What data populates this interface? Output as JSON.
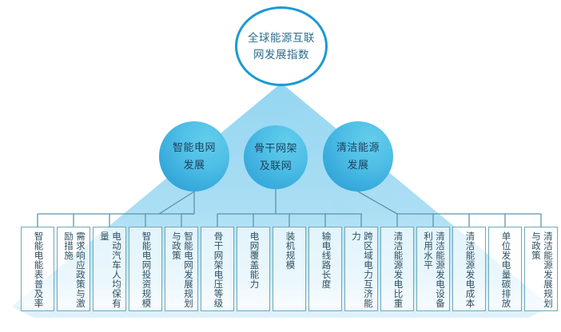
{
  "diagram": {
    "title": "全球能源互联网发展指数",
    "type": "pyramid-hierarchy",
    "colors": {
      "ring_stroke": "#1b9ad1",
      "circle_fill_light": "#63cdec",
      "circle_fill_dark": "#2e9ad4",
      "pyramid_fill": "#a8dcf2",
      "line": "#5d93ab",
      "box_border": "#6fa8bd",
      "text": "#2f4f62",
      "background": "#ffffff"
    },
    "root": {
      "lines": [
        "全球能源互联",
        "网发展指数"
      ]
    },
    "branches": [
      {
        "id": "smart-grid",
        "lines": [
          "智能电网",
          "发展"
        ],
        "leaves": [
          "智能电能表普及率",
          "需求响应政策与激励措施",
          "电动汽车人均保有量",
          "智能电网投资规模",
          "智能电网发展规划与政策"
        ]
      },
      {
        "id": "backbone-grid",
        "lines": [
          "骨干网架",
          "及联网"
        ],
        "leaves": [
          "骨干网架电压等级",
          "电网覆盖能力",
          "装机规模",
          "输电线路长度",
          "跨区域电力互济能力"
        ]
      },
      {
        "id": "clean-energy",
        "lines": [
          "清洁能源",
          "发展"
        ],
        "leaves": [
          "清洁能源发电比重",
          "清洁能源发电设备利用水平",
          "清洁能源发电成本",
          "单位发电量碳排放",
          "清洁能源发展规划与政策"
        ]
      }
    ],
    "leaves_flat": [
      "智能电能表普及率",
      "需求响应政策与激励措施",
      "电动汽车人均保有量",
      "智能电网投资规模",
      "智能电网发展规划与政策",
      "骨干网架电压等级",
      "电网覆盖能力",
      "装机规模",
      "输电线路长度",
      "跨区域电力互济能力",
      "清洁能源发电比重",
      "清洁能源发电设备利用水平",
      "清洁能源发电成本",
      "单位发电量碳排放",
      "清洁能源发展规划与政策"
    ]
  }
}
